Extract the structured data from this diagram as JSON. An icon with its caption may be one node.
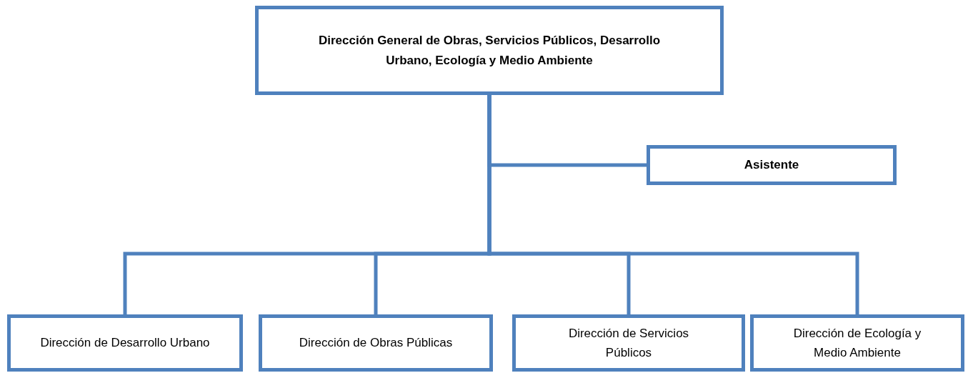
{
  "diagram": {
    "nodes": [
      {
        "text": [
          "Dirección General de Obras, Servicios Públicos, Desarrollo Urbano, Ecología y Medio Ambiente"
        ]
      },
      {
        "text": [
          "Asistente"
        ]
      },
      {
        "text": [
          "Dirección de Desarrollo Urbano"
        ]
      },
      {
        "text": [
          "Dirección de Obras Públicas"
        ]
      },
      {
        "text": [
          "Dirección de Servicios Públicos"
        ]
      },
      {
        "text": [
          "Dirección de Ecología y Medio Ambiente"
        ]
      }
    ],
    "edges": [
      {
        "from": 0,
        "to": 1,
        "arrow": "none"
      },
      {
        "from": 0,
        "to": 2,
        "arrow": "none"
      },
      {
        "from": 0,
        "to": 3,
        "arrow": "none"
      },
      {
        "from": 0,
        "to": 4,
        "arrow": "none"
      },
      {
        "from": 0,
        "to": 5,
        "arrow": "none"
      }
    ]
  }
}
